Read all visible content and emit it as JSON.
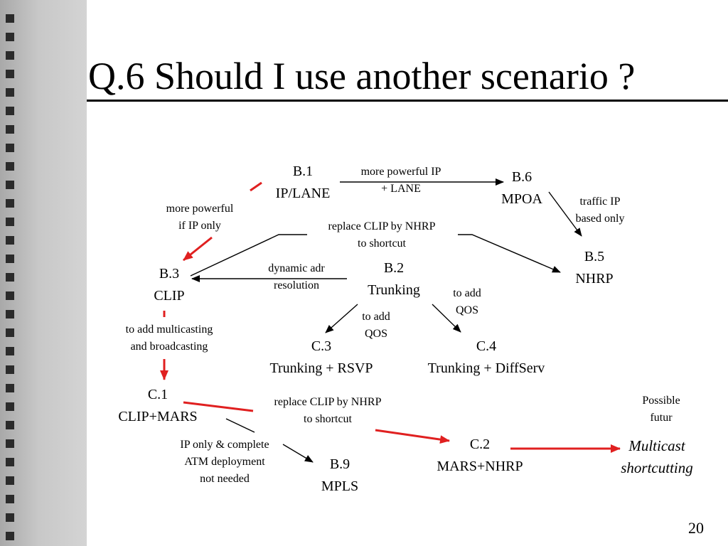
{
  "slide": {
    "title": "Q.6 Should I use another scenario ?",
    "page_number": "20"
  },
  "nodes": {
    "b1": {
      "id": "B.1",
      "name": "IP/LANE"
    },
    "b6": {
      "id": "B.6",
      "name": "MPOA"
    },
    "b5": {
      "id": "B.5",
      "name": "NHRP"
    },
    "b3": {
      "id": "B.3",
      "name": "CLIP"
    },
    "b2": {
      "id": "B.2",
      "name": "Trunking"
    },
    "c3": {
      "id": "C.3",
      "name": "Trunking + RSVP"
    },
    "c4": {
      "id": "C.4",
      "name": "Trunking + DiffServ"
    },
    "c1": {
      "id": "C.1",
      "name": "CLIP+MARS"
    },
    "c2": {
      "id": "C.2",
      "name": "MARS+NHRP"
    },
    "b9": {
      "id": "B.9",
      "name": "MPLS"
    }
  },
  "edge_labels": {
    "b1_b6": [
      "more powerful IP",
      "+ LANE"
    ],
    "b1_b3": [
      "more powerful",
      "if IP only"
    ],
    "b6_b5": [
      "traffic IP",
      "based only"
    ],
    "b3_b5": [
      "replace CLIP by NHRP",
      "to shortcut"
    ],
    "b2_b3": [
      "dynamic adr",
      "resolution"
    ],
    "b2_c4": [
      "to add",
      "QOS"
    ],
    "b2_c3": [
      "to add",
      "QOS"
    ],
    "b3_c1": [
      "to add multicasting",
      "and broadcasting"
    ],
    "c1_c2": [
      "replace CLIP by NHRP",
      "to shortcut"
    ],
    "c1_b9": [
      "IP only & complete",
      "ATM deployment",
      "not needed"
    ],
    "future": [
      "Possible",
      "futur"
    ]
  },
  "future_item": [
    "Multicast",
    "shortcutting"
  ],
  "colors": {
    "highlight_arrow": "#e02020",
    "arrow": "#000000"
  }
}
